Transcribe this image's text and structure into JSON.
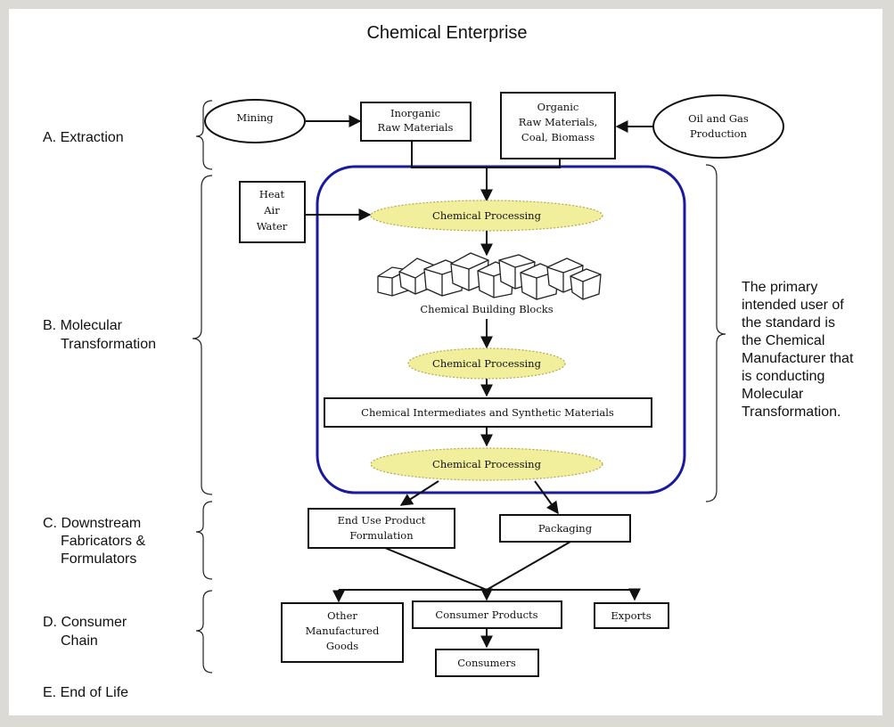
{
  "title": "Chemical Enterprise",
  "stages": {
    "extraction": "A. Extraction",
    "molecular_1": "B. Molecular",
    "molecular_2": "Transformation",
    "downstream_1": "C. Downstream",
    "downstream_2": "Fabricators &",
    "downstream_3": "Formulators",
    "consumer_1": "D. Consumer",
    "consumer_2": "Chain",
    "end_of_life": "E. End of Life"
  },
  "note_lines": [
    "The primary",
    "intended user of",
    "the standard is",
    "the Chemical",
    "Manufacturer that",
    "is conducting",
    "Molecular",
    "Transformation."
  ],
  "nodes": {
    "mining": "Mining",
    "inorganic_1": "Inorganic",
    "inorganic_2": "Raw Materials",
    "organic_1": "Organic",
    "organic_2": "Raw Materials,",
    "organic_3": "Coal, Biomass",
    "oil_gas_1": "Oil and Gas",
    "oil_gas_2": "Production",
    "heat": "Heat",
    "air": "Air",
    "water": "Water",
    "chem_processing_1": "Chemical Processing",
    "building_blocks": "Chemical Building Blocks",
    "chem_processing_2": "Chemical Processing",
    "intermediates": "Chemical Intermediates and Synthetic Materials",
    "chem_processing_3": "Chemical Processing",
    "end_use_1": "End Use Product",
    "end_use_2": "Formulation",
    "packaging": "Packaging",
    "other_goods_1": "Other",
    "other_goods_2": "Manufactured",
    "other_goods_3": "Goods",
    "consumer_products": "Consumer Products",
    "exports": "Exports",
    "consumers": "Consumers"
  },
  "colors": {
    "highlight_frame": "#1a1aa0",
    "process_ellipse": "#f1ee9c",
    "background": "#dcdad4"
  }
}
